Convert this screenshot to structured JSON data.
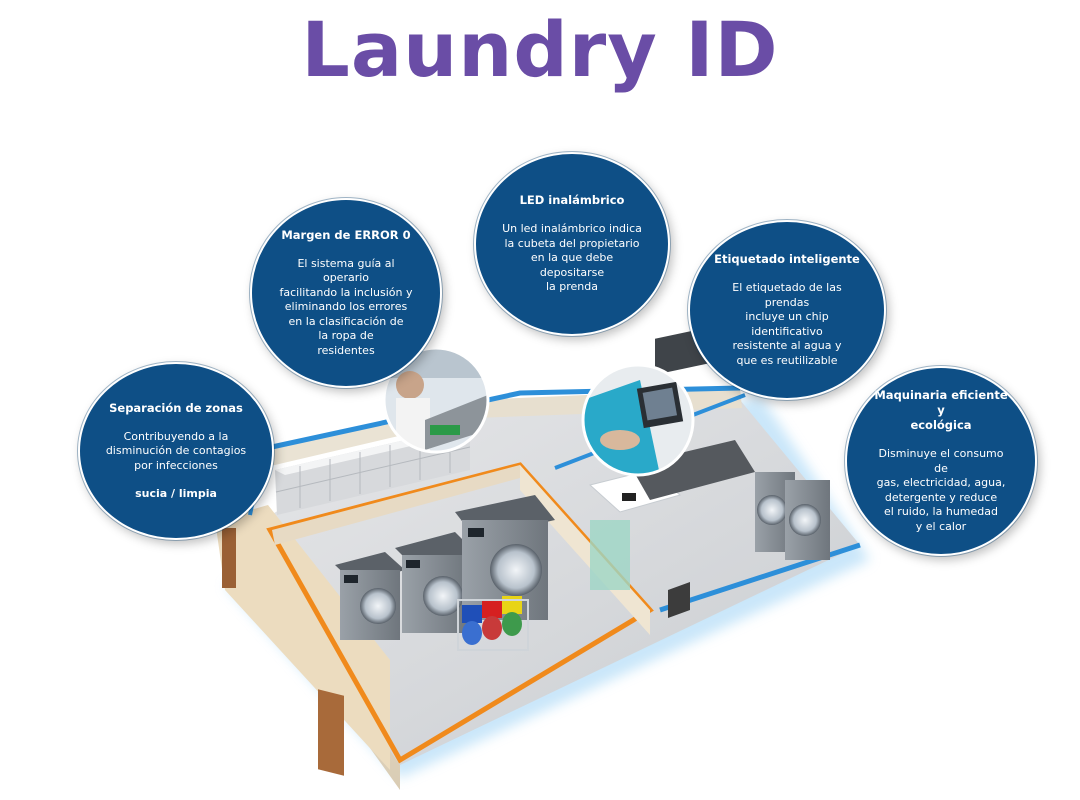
{
  "title": "Laundry ID",
  "colors": {
    "title": "#6a4da6",
    "bubble": "#0e4f86",
    "wall_accent_blue": "#2d8fd9",
    "wall_accent_orange": "#f08a1c",
    "floor": "#d9dbde"
  },
  "features": [
    {
      "heading": "Separación de zonas",
      "body": "Contribuyendo a la\ndisminución de contagios\npor infecciones",
      "extra": "sucia / limpia"
    },
    {
      "heading": "Margen de ERROR 0",
      "body": "El sistema guía al operario\nfacilitando la inclusión y\neliminando los errores\nen la clasificación de\nla ropa de\nresidentes"
    },
    {
      "heading": "LED inalámbrico",
      "body": "Un led inalámbrico indica\nla cubeta del propietario\nen la que debe depositarse\nla prenda"
    },
    {
      "heading": "Etiquetado inteligente",
      "body": "El etiquetado de las prendas\nincluye un chip identificativo\nresistente al agua y\nque es reutilizable"
    },
    {
      "heading": "Maquinaria eficiente y\necológica",
      "body": "Disminuye el consumo de\ngas, electricidad, agua,\ndetergente y reduce\nel ruido, la humedad\ny el calor"
    }
  ],
  "illustration": {
    "subject": "laundry-room-isometric-illustration",
    "photo_left": "operator-sorting-photo",
    "photo_right": "tagging-device-photo"
  }
}
